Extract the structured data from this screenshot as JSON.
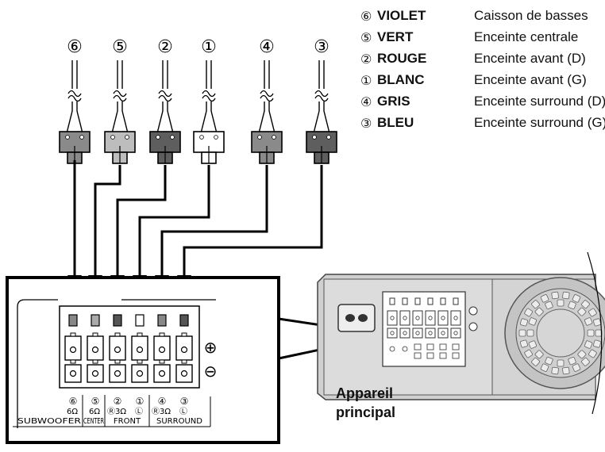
{
  "legend": [
    {
      "num": "⑥",
      "color": "VIOLET",
      "desc": "Caisson de basses"
    },
    {
      "num": "⑤",
      "color": "VERT",
      "desc": "Enceinte centrale"
    },
    {
      "num": "②",
      "color": "ROUGE",
      "desc": "Enceinte avant (D)"
    },
    {
      "num": "①",
      "color": "BLANC",
      "desc": "Enceinte avant (G)"
    },
    {
      "num": "④",
      "color": "GRIS",
      "desc": "Enceinte surround (D)"
    },
    {
      "num": "③",
      "color": "BLEU",
      "desc": "Enceinte surround (G)"
    }
  ],
  "cables": [
    {
      "num": "⑥",
      "fill": "#8a8a8a"
    },
    {
      "num": "⑤",
      "fill": "#bdbdbd"
    },
    {
      "num": "②",
      "fill": "#5e5e5e"
    },
    {
      "num": "①",
      "fill": "#ffffff"
    },
    {
      "num": "④",
      "fill": "#8a8a8a"
    },
    {
      "num": "③",
      "fill": "#5e5e5e"
    }
  ],
  "terminals": {
    "plus_sign": "⊕",
    "minus_sign": "⊖",
    "ports": [
      {
        "num": "⑥",
        "sub": "6Ω",
        "fill": "#888888"
      },
      {
        "num": "⑤",
        "sub": "6Ω",
        "fill": "#aaaaaa"
      },
      {
        "num": "②",
        "sub": "Ⓡ3Ω",
        "fill": "#555555"
      },
      {
        "num": "①",
        "sub": "Ⓛ",
        "fill": "#ffffff"
      },
      {
        "num": "④",
        "sub": "Ⓡ3Ω",
        "fill": "#888888"
      },
      {
        "num": "③",
        "sub": "Ⓛ",
        "fill": "#555555"
      }
    ],
    "groups": [
      "SUBWOOFER",
      "CENTER",
      "FRONT",
      "SURROUND"
    ]
  },
  "caption": {
    "line1": "Appareil",
    "line2": "principal"
  }
}
